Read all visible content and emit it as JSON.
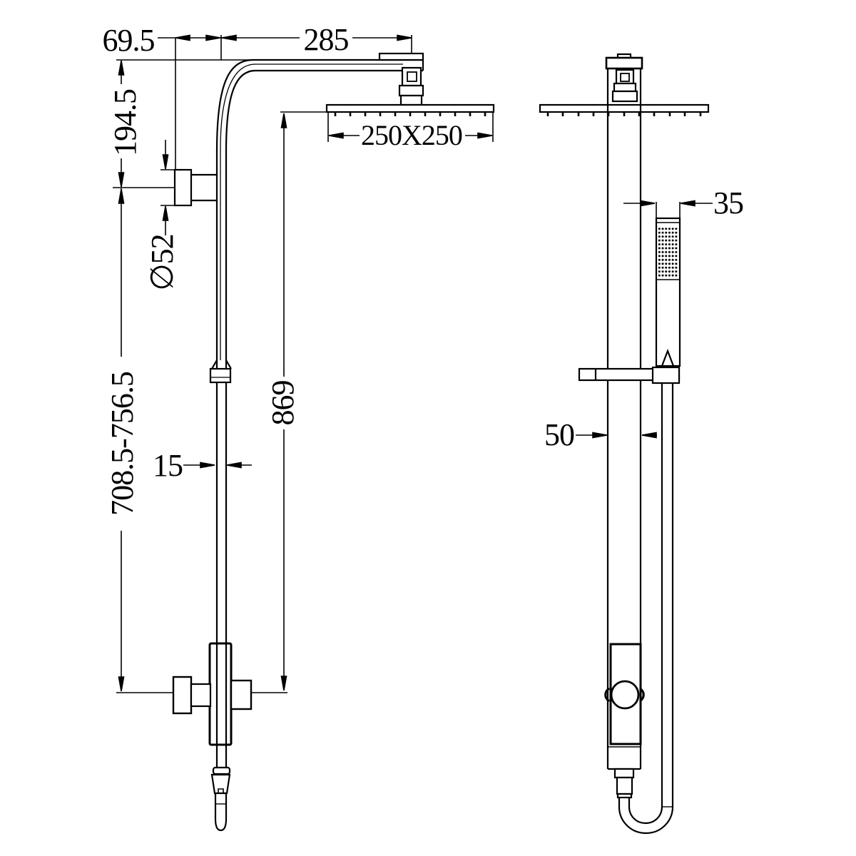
{
  "drawing": {
    "kind": "technical-dimension-drawing",
    "subject": "twin-shower-rail-with-overhead-and-hand-shower",
    "views": [
      "front",
      "side"
    ],
    "units_note": "",
    "colors": {
      "line": "#000000",
      "background": "#ffffff"
    }
  },
  "dimensions": {
    "wall_to_rail_offset": "69.5",
    "arm_projection": "285",
    "arm_drop_height": "194.5",
    "flange_diameter": "∅52",
    "overhead_head_size": "250X250",
    "rail_length": "869",
    "adjustable_height_range": "708.5-756.5",
    "rail_width": "15",
    "column_width": "50",
    "handpiece_width": "35"
  }
}
